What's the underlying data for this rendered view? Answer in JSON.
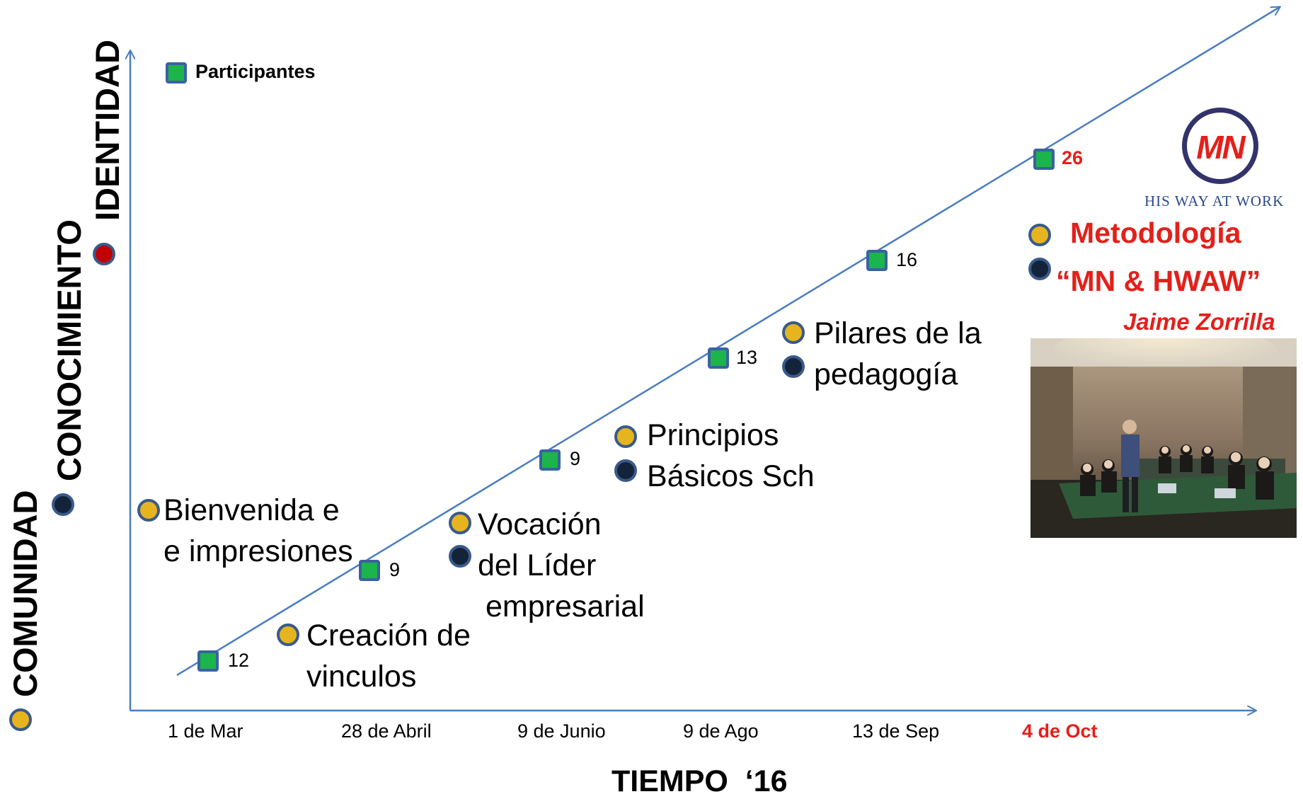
{
  "y_axis_levels": {
    "level1": "COMUNIDAD",
    "level2": "CONOCIMIENTO",
    "level3": "IDENTIDAD"
  },
  "legend": {
    "participants_label": "Participantes"
  },
  "x_axis": {
    "title": "TIEMPO  ‘16",
    "ticks": [
      "1 de Mar",
      "28 de Abril",
      "9 de Junio",
      "9 de Ago",
      "13 de Sep",
      "4 de Oct"
    ]
  },
  "participant_counts": [
    "12",
    "9",
    "9",
    "13",
    "16",
    "26"
  ],
  "sessions": {
    "s1": {
      "line1": "Bienvenida e",
      "line2": "e impresiones"
    },
    "s2": {
      "line1": "Creación de",
      "line2": "vinculos"
    },
    "s3": {
      "line1": "Vocación",
      "line2": "del Líder",
      "line3": "empresarial"
    },
    "s4": {
      "line1": "Principios",
      "line2": "Básicos Sch"
    },
    "s5": {
      "line1": "Pilares de la",
      "line2": "pedagogía"
    },
    "s6": {
      "line1": "Metodología",
      "line2": "“MN & HWAW”",
      "speaker": "Jaime Zorrilla"
    }
  },
  "logo": {
    "monogram": "MN",
    "tagline": "HIS WAY AT WORK"
  },
  "colors": {
    "axis": "#4a7cc0",
    "participant_square": "#1bb54c",
    "gold_dot": "#e6b41e",
    "navy_dot": "#13233a",
    "red_dot": "#c00000",
    "highlight": "#e3201b"
  }
}
